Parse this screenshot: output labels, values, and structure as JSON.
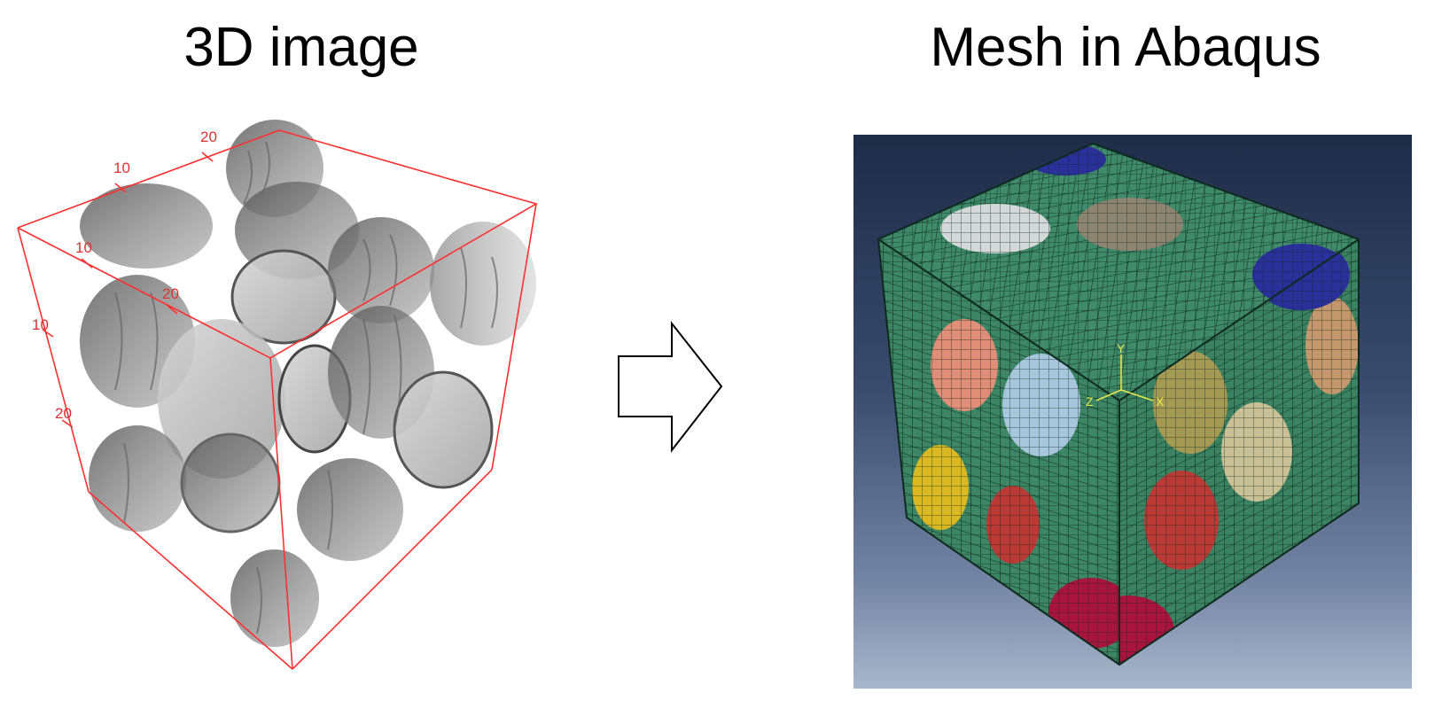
{
  "titles": {
    "left": "3D image",
    "right": "Mesh in Abaqus"
  },
  "left_figure": {
    "box_color": "#ff3030",
    "tick_labels": [
      "20",
      "10",
      "10",
      "20",
      "10",
      "20"
    ]
  },
  "arrow": {
    "icon": "right-arrow-outline-icon"
  },
  "right_figure": {
    "matrix_color": "#3f8a6a",
    "grid_color": "#0d2a1f",
    "background_top": "#1e2c48",
    "background_bottom": "#a9b7cc",
    "triad": {
      "y": "Y",
      "x": "X",
      "z": "Z",
      "color": "#e8e84a"
    },
    "inclusion_colors": [
      "#2a2f9a",
      "#d4d8d8",
      "#8c8470",
      "#e08e78",
      "#a7c6dc",
      "#a49a54",
      "#c9c095",
      "#c4986c",
      "#d9b822",
      "#bc3a36",
      "#a8143e"
    ]
  }
}
